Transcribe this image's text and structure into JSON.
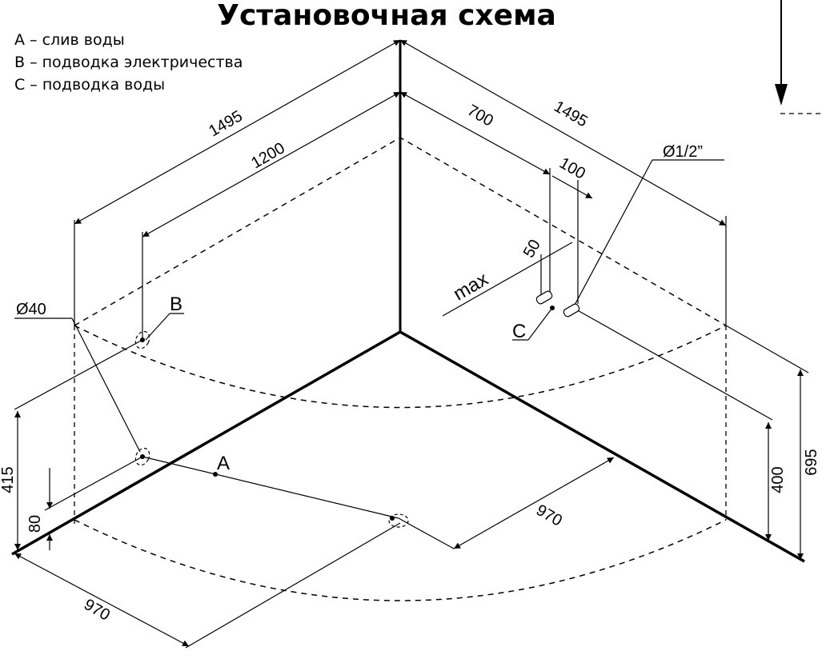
{
  "title": "Установочная схема",
  "legend": [
    "A – слив воды",
    "B – подводка электричества",
    "C – подводка воды"
  ],
  "labels": {
    "a": "A",
    "b": "B",
    "c": "C"
  },
  "dimensions": {
    "top_left_length": "1495",
    "top_left_inner": "1200",
    "top_right_length": "1495",
    "water_offset": "700",
    "water_spacing": "100",
    "water_pipe_diameter": "Ø1/2”",
    "drain_diameter": "Ø40",
    "max_zone_height": "50",
    "max_label": "max",
    "left_height": "415",
    "drain_height": "80",
    "right_depth": "970",
    "bottom_depth": "970",
    "water_height": "400",
    "total_height": "695"
  }
}
